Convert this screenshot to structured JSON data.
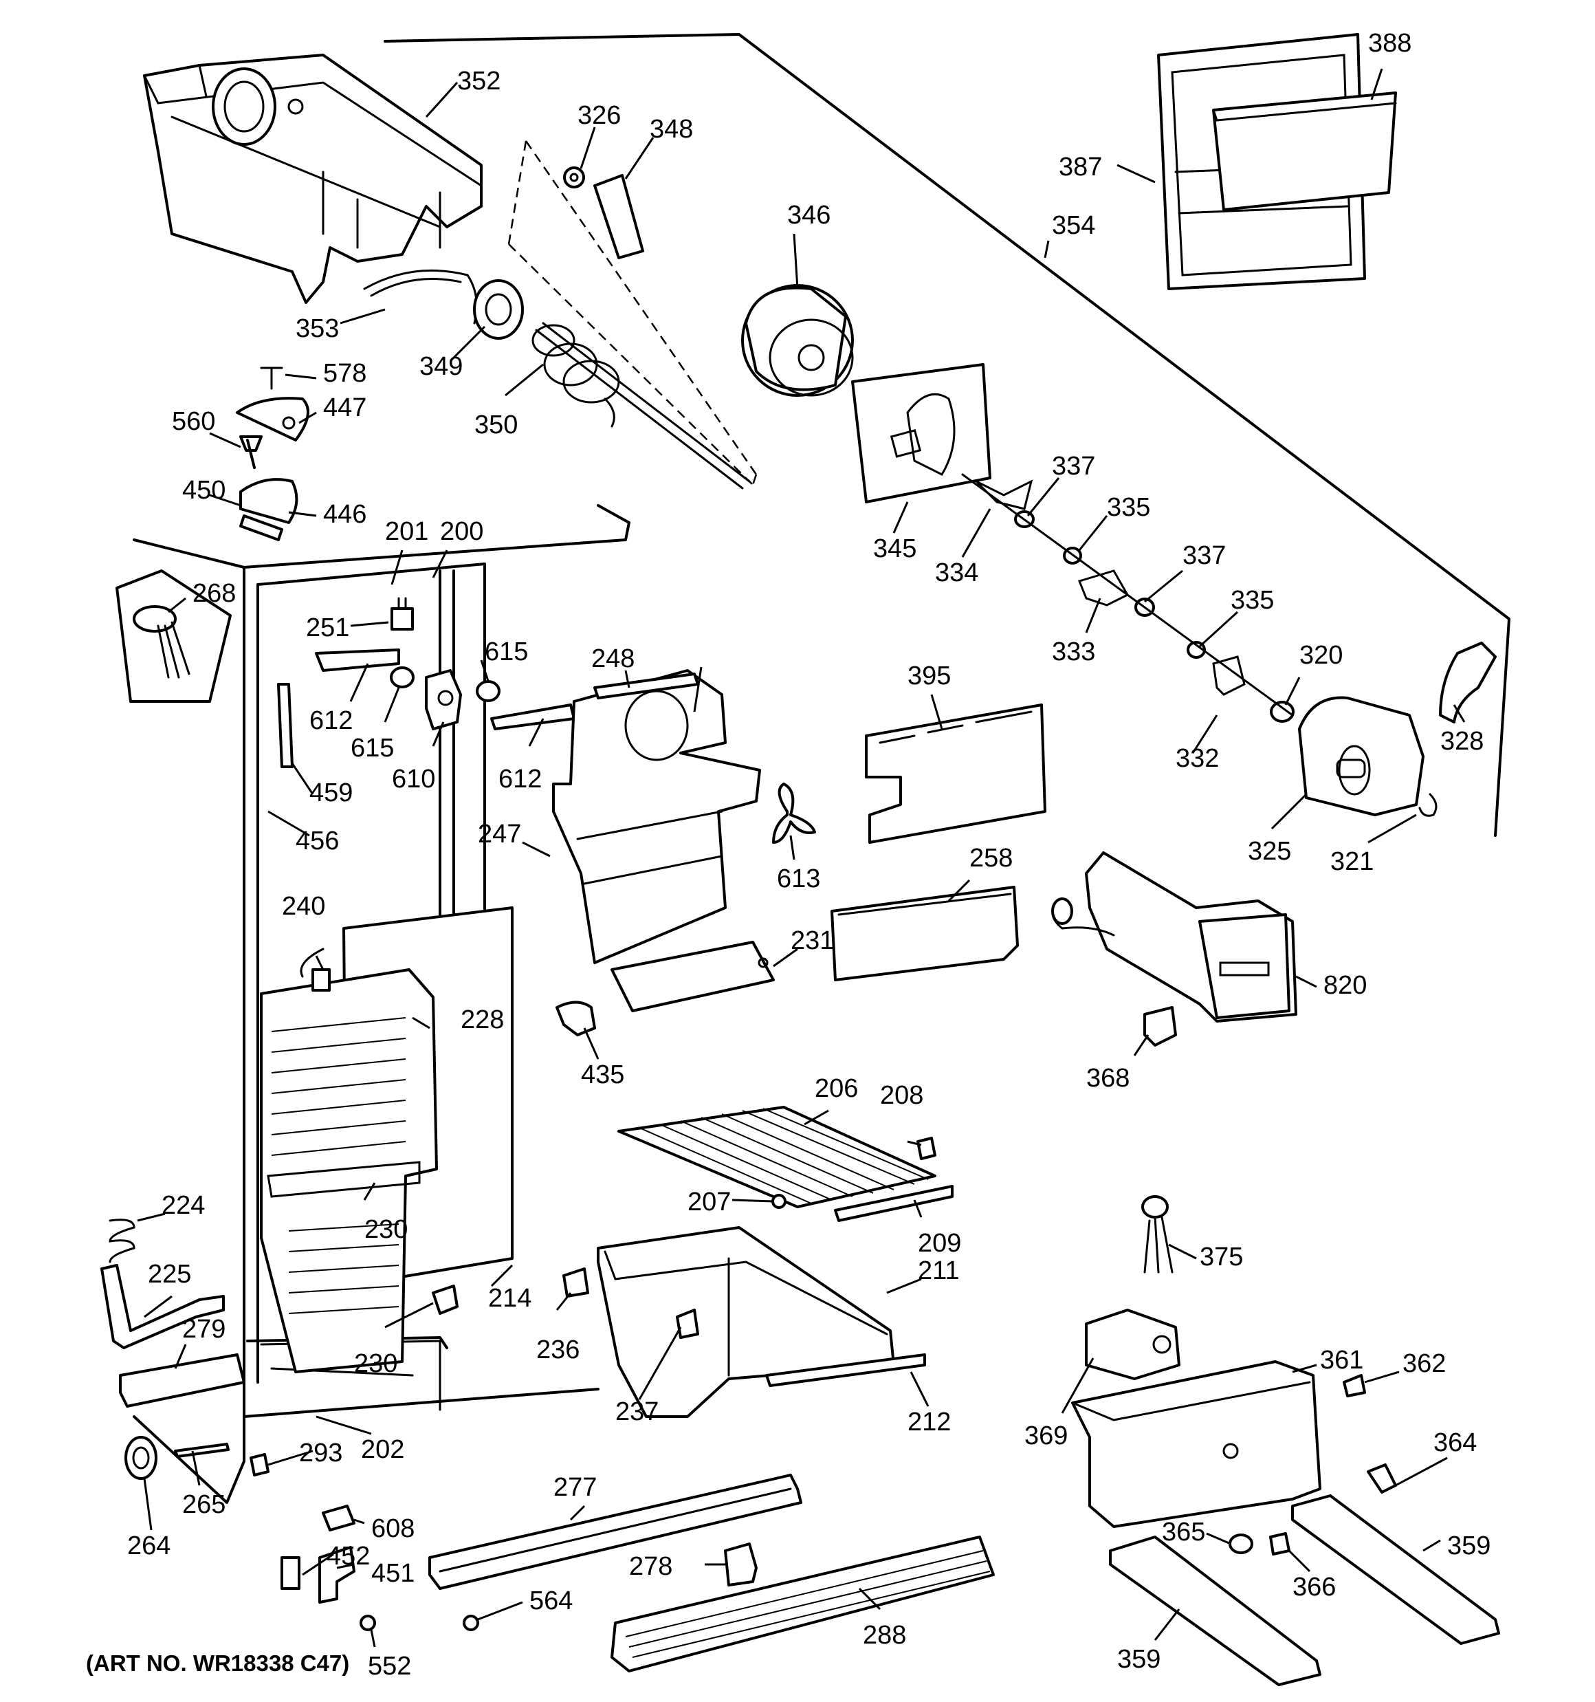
{
  "title": "",
  "art_number": "(ART NO. WR18338 C47)",
  "callouts": {
    "c352": "352",
    "c326": "326",
    "c348": "348",
    "c346": "346",
    "c353": "353",
    "c349": "349",
    "c350": "350",
    "c578": "578",
    "c447": "447",
    "c560": "560",
    "c450": "450",
    "c446": "446",
    "c388": "388",
    "c387": "387",
    "c354": "354",
    "c345": "345",
    "c337a": "337",
    "c335a": "335",
    "c334": "334",
    "c333": "333",
    "c337b": "337",
    "c335b": "335",
    "c320": "320",
    "c332": "332",
    "c328": "328",
    "c325": "325",
    "c321": "321",
    "c201": "201",
    "c200": "200",
    "c268": "268",
    "c251": "251",
    "c612a": "612",
    "c615a": "615",
    "c615b": "615",
    "c610": "610",
    "c612b": "612",
    "c248": "248",
    "c395": "395",
    "c459": "459",
    "c456": "456",
    "c247": "247",
    "c613": "613",
    "c258": "258",
    "c240": "240",
    "c228": "228",
    "c231": "231",
    "c820": "820",
    "c435": "435",
    "c368": "368",
    "c206": "206",
    "c208": "208",
    "c207": "207",
    "c209": "209",
    "c224": "224",
    "c230a": "230",
    "c225": "225",
    "c211": "211",
    "c375": "375",
    "c279": "279",
    "c214": "214",
    "c236": "236",
    "c230b": "230",
    "c237": "237",
    "c212": "212",
    "c361": "361",
    "c362": "362",
    "c369": "369",
    "c202": "202",
    "c293": "293",
    "c265": "265",
    "c264": "264",
    "c277": "277",
    "c364": "364",
    "c608": "608",
    "c452": "452",
    "c451": "451",
    "c278": "278",
    "c365": "365",
    "c359a": "359",
    "c366": "366",
    "c564": "564",
    "c288": "288",
    "c552": "552",
    "c359b": "359"
  }
}
